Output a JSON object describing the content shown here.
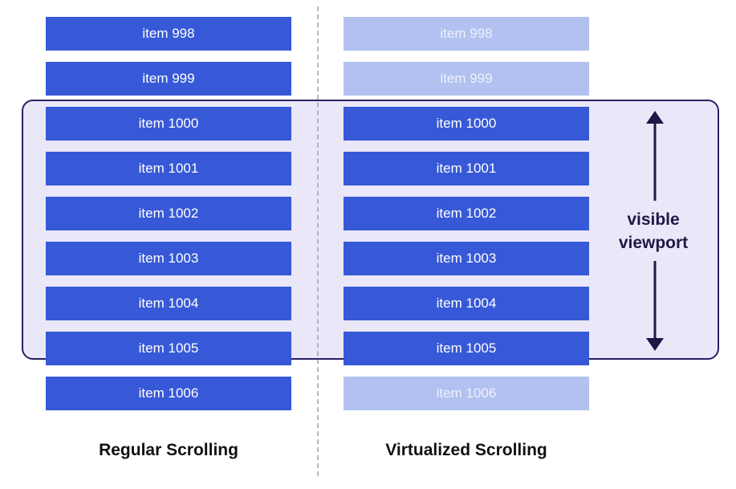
{
  "regular": {
    "title": "Regular Scrolling",
    "items": [
      "item 998",
      "item 999",
      "item 1000",
      "item 1001",
      "item 1002",
      "item 1003",
      "item 1004",
      "item 1005",
      "item 1006"
    ]
  },
  "virtualized": {
    "title": "Virtualized Scrolling",
    "items": [
      "item 998",
      "item 999",
      "item 1000",
      "item 1001",
      "item 1002",
      "item 1003",
      "item 1004",
      "item 1005",
      "item 1006"
    ],
    "rendered": [
      false,
      false,
      true,
      true,
      true,
      true,
      true,
      true,
      false
    ]
  },
  "viewport": {
    "label_line1": "visible",
    "label_line2": "viewport"
  },
  "colors": {
    "item_active": "#3759d7",
    "item_inactive": "#b2c1ef",
    "viewport_border": "#2a1f66",
    "arrow": "#1f1745"
  }
}
